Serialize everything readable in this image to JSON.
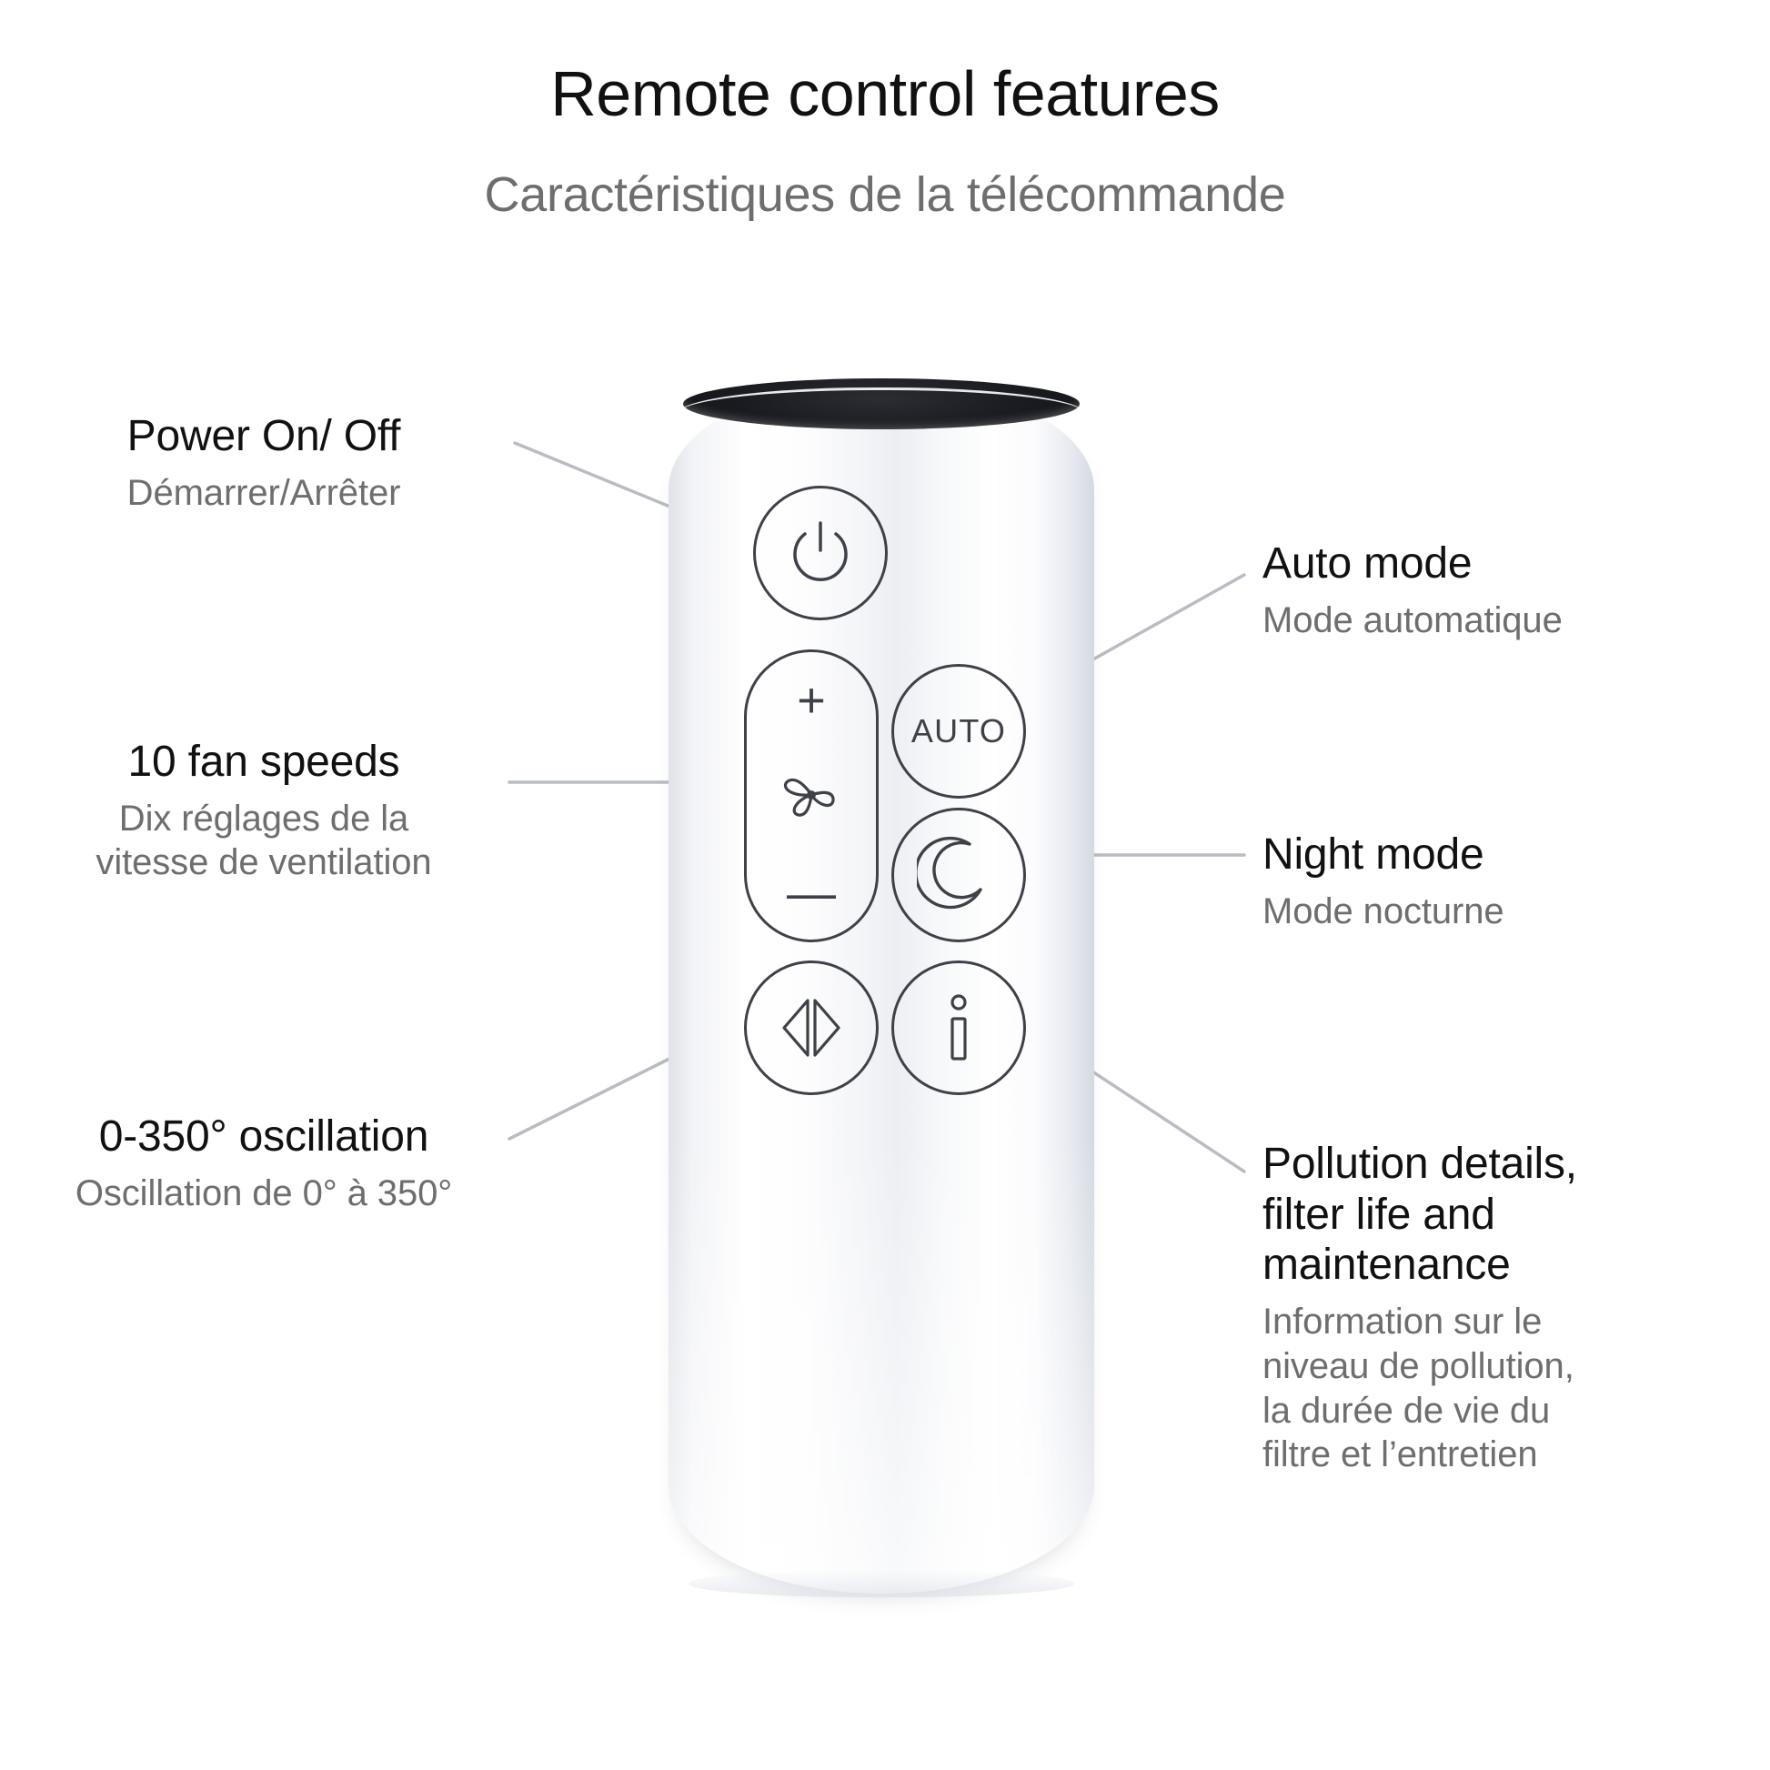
{
  "header": {
    "title_en": "Remote control features",
    "title_fr": "Caractéristiques de la télécommande"
  },
  "callouts": [
    {
      "id": "power",
      "en": "Power On/ Off",
      "fr": "Démarrer/Arrêter",
      "side": "left",
      "target_button": "power-button"
    },
    {
      "id": "fan_speeds",
      "en": "10 fan speeds",
      "fr": "Dix réglages de la\nvitesse de ventilation",
      "side": "left",
      "target_button": "fan-speed-pill"
    },
    {
      "id": "oscillation",
      "en": "0-350° oscillation",
      "fr": "Oscillation de 0° à 350°",
      "side": "left",
      "target_button": "oscillation-button"
    },
    {
      "id": "auto_mode",
      "en": "Auto mode",
      "fr": "Mode automatique",
      "side": "right",
      "target_button": "auto-mode-button"
    },
    {
      "id": "night_mode",
      "en": "Night mode",
      "fr": "Mode nocturne",
      "side": "right",
      "target_button": "night-mode-button"
    },
    {
      "id": "pollution",
      "en": "Pollution details,\nfilter life and\nmaintenance",
      "fr": "Information sur le\nniveau de pollution,\nla durée de vie du\nfiltre et l’entretien",
      "side": "right",
      "target_button": "info-button"
    }
  ],
  "remote": {
    "buttons": [
      {
        "name": "power-button",
        "icon": "power-icon",
        "label": ""
      },
      {
        "name": "fan-speed-pill",
        "icons": [
          "plus-icon",
          "fan-icon",
          "minus-icon"
        ],
        "plus": "+",
        "minus": "—"
      },
      {
        "name": "auto-mode-button",
        "icon": "auto-text",
        "label": "AUTO"
      },
      {
        "name": "night-mode-button",
        "icon": "crescent-moon-icon",
        "label": ""
      },
      {
        "name": "oscillation-button",
        "icon": "left-right-arrows-icon",
        "label": ""
      },
      {
        "name": "info-button",
        "icon": "information-i-icon",
        "label": ""
      }
    ]
  },
  "colors": {
    "background": "#ffffff",
    "title_text": "#111111",
    "subtitle_text": "#6e6e6e",
    "leader_line": "#b9bcc2",
    "button_outline": "#3e4148",
    "remote_top_dark": "#191a1f"
  }
}
